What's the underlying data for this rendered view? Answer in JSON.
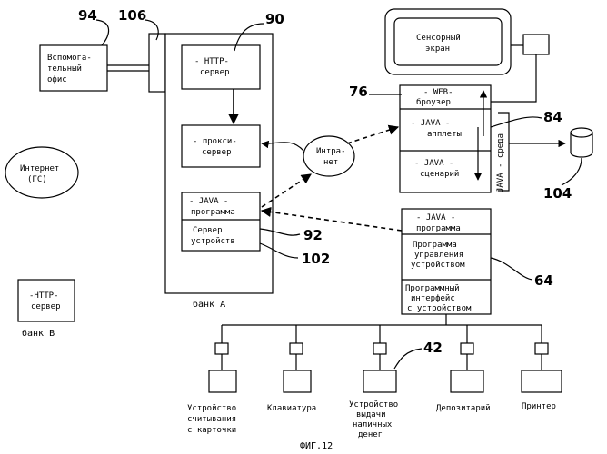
{
  "labels": {
    "aux_office": [
      "Вспомога-",
      "тельный",
      "офис"
    ],
    "http_server_a": [
      "- HTTP-",
      "сервер"
    ],
    "proxy_server": [
      "- прокси-",
      "сервер"
    ],
    "java_program_a": [
      "- JAVA -",
      "программа"
    ],
    "device_server": [
      "Сервер",
      "устройств"
    ],
    "bank_a": "банк А",
    "intranet": [
      "Интра-",
      "нет"
    ],
    "internet": [
      "Интернет",
      "(ГС)"
    ],
    "http_server_b": [
      "-HTTP-",
      "сервер"
    ],
    "bank_b": "банк В",
    "touch_screen": [
      "Сенсорный",
      "экран"
    ],
    "web_browser": [
      "- WEB-",
      "броузер"
    ],
    "java_applets": [
      "- JAVA -",
      "апплеты"
    ],
    "java_scenario": [
      "- JAVA -",
      "сценарий"
    ],
    "java_env": "JAVA - среда",
    "java_program_b": [
      "- JAVA -",
      "программа"
    ],
    "device_control": [
      "Программа",
      "управления",
      "устройством"
    ],
    "device_interface": [
      "Программный",
      "интерфейс",
      "с устройством"
    ],
    "card_reader": [
      "Устройство",
      "считывания",
      "с карточки"
    ],
    "keyboard": "Клавиатура",
    "cash_dispenser": [
      "Устройство",
      "выдачи",
      "наличных",
      "денег"
    ],
    "depository": "Депозитарий",
    "printer": "Принтер",
    "figure_caption": "ФИГ.12"
  },
  "refs": {
    "r94": "94",
    "r106": "106",
    "r90": "90",
    "r76": "76",
    "r84": "84",
    "r104": "104",
    "r92": "92",
    "r102": "102",
    "r64": "64",
    "r42": "42"
  },
  "colors": {
    "ink": "#000000",
    "paper": "#ffffff"
  }
}
